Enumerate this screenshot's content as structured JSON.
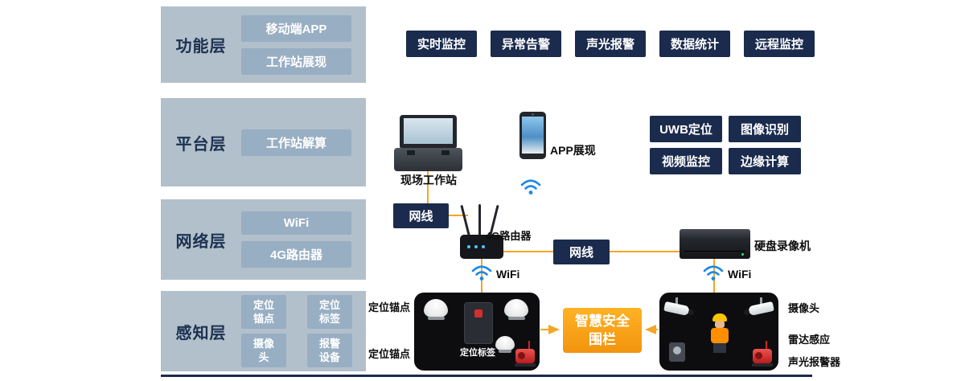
{
  "colors": {
    "accent_orange": "#F5A623",
    "navy": "#1B2B4D",
    "band_bg": "#B2C0CC",
    "band_chip": "#98AEC3",
    "wifi_blue": "#1E88E5"
  },
  "layers": [
    {
      "label": "功能层",
      "chips": [
        "移动端APP",
        "工作站展现"
      ]
    },
    {
      "label": "平台层",
      "chips": [
        "工作站解算"
      ]
    },
    {
      "label": "网络层",
      "chips": [
        "WiFi",
        "4G路由器"
      ]
    },
    {
      "label": "感知层",
      "chips": [
        "定位锚点",
        "定位标签",
        "摄像头",
        "报警设备"
      ]
    }
  ],
  "function_row": [
    "实时监控",
    "异常告警",
    "声光报警",
    "数据统计",
    "远程监控"
  ],
  "platform": {
    "workstation_label": "现场工作站",
    "app_label": "APP展现",
    "chips": [
      "UWB定位",
      "图像识别",
      "视频监控",
      "边缘计算"
    ]
  },
  "network": {
    "cable1_label": "网线",
    "cable2_label": "网线",
    "router_label": "4G路由器",
    "router_wifi_label": "WiFi",
    "dvr_label": "硬盘录像机",
    "dvr_wifi_label": "WiFi"
  },
  "perception": {
    "anchor_label_top": "定位锚点",
    "anchor_label_bottom": "定位锚点",
    "tag_label": "定位标签",
    "fence_label": "智慧安全围栏",
    "camera_label": "摄像头",
    "radar_label": "雷达感应",
    "siren_label": "声光报警器"
  }
}
